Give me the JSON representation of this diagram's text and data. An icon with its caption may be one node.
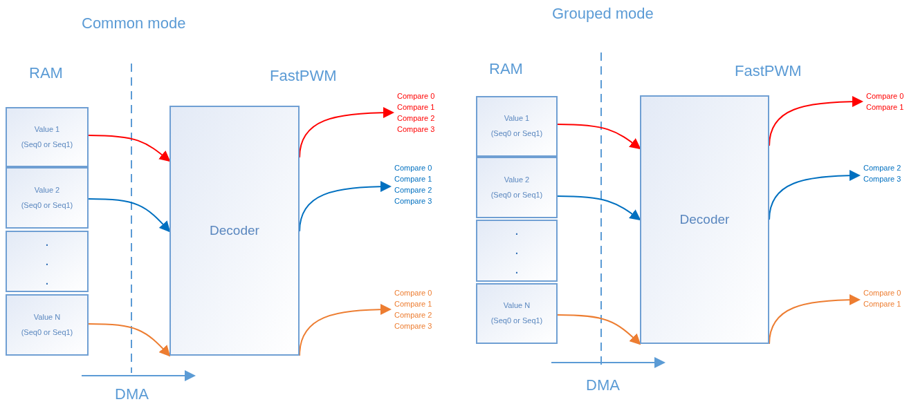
{
  "diagram": {
    "nodes": [
      {
        "text": [
          "Value 1",
          "(Seq0 or Seq1)"
        ]
      },
      {
        "text": [
          "Value 2",
          "(Seq0 or Seq1)"
        ]
      },
      {
        "text": [
          ". . ."
        ]
      },
      {
        "text": [
          "Value N",
          "(Seq0 or Seq1)"
        ]
      },
      {
        "text": [
          "Decoder"
        ]
      },
      {
        "text": [
          "Compare 0",
          "Compare 1",
          "Compare 2",
          "Compare 3"
        ]
      },
      {
        "text": [
          "Compare 0",
          "Compare 1",
          "Compare 2",
          "Compare 3"
        ]
      },
      {
        "text": [
          "Compare 0",
          "Compare 1",
          "Compare 2",
          "Compare 3"
        ]
      },
      {
        "text": [
          "Value 1",
          "(Seq0 or Seq1)"
        ]
      },
      {
        "text": [
          "Value 2",
          "(Seq0 or Seq1)"
        ]
      },
      {
        "text": [
          ". . ."
        ]
      },
      {
        "text": [
          "Value N",
          "(Seq0 or Seq1)"
        ]
      },
      {
        "text": [
          "Decoder"
        ]
      },
      {
        "text": [
          "Compare 0",
          "Compare 1"
        ]
      },
      {
        "text": [
          "Compare 2",
          "Compare 3"
        ]
      },
      {
        "text": [
          "Compare 0",
          "Compare 1"
        ]
      }
    ],
    "edges": [
      {
        "from": 0,
        "to": 4,
        "arrow": "to",
        "color": "#ff0000"
      },
      {
        "from": 1,
        "to": 4,
        "arrow": "to",
        "color": "#0070c0"
      },
      {
        "from": 3,
        "to": 4,
        "arrow": "to",
        "color": "#ed7d31"
      },
      {
        "from": 4,
        "to": 5,
        "arrow": "to",
        "color": "#ff0000"
      },
      {
        "from": 4,
        "to": 6,
        "arrow": "to",
        "color": "#0070c0"
      },
      {
        "from": 4,
        "to": 7,
        "arrow": "to",
        "color": "#ed7d31"
      },
      {
        "from": 8,
        "to": 12,
        "arrow": "to",
        "color": "#ff0000"
      },
      {
        "from": 9,
        "to": 12,
        "arrow": "to",
        "color": "#0070c0"
      },
      {
        "from": 11,
        "to": 12,
        "arrow": "to",
        "color": "#ed7d31"
      },
      {
        "from": 12,
        "to": 13,
        "arrow": "to",
        "color": "#ff0000"
      },
      {
        "from": 12,
        "to": 14,
        "arrow": "to",
        "color": "#0070c0"
      },
      {
        "from": 12,
        "to": 15,
        "arrow": "to",
        "color": "#ed7d31"
      }
    ],
    "labels": [
      "Common mode",
      "RAM",
      "FastPWM",
      "DMA",
      "Grouped mode",
      "RAM",
      "FastPWM",
      "DMA"
    ]
  }
}
